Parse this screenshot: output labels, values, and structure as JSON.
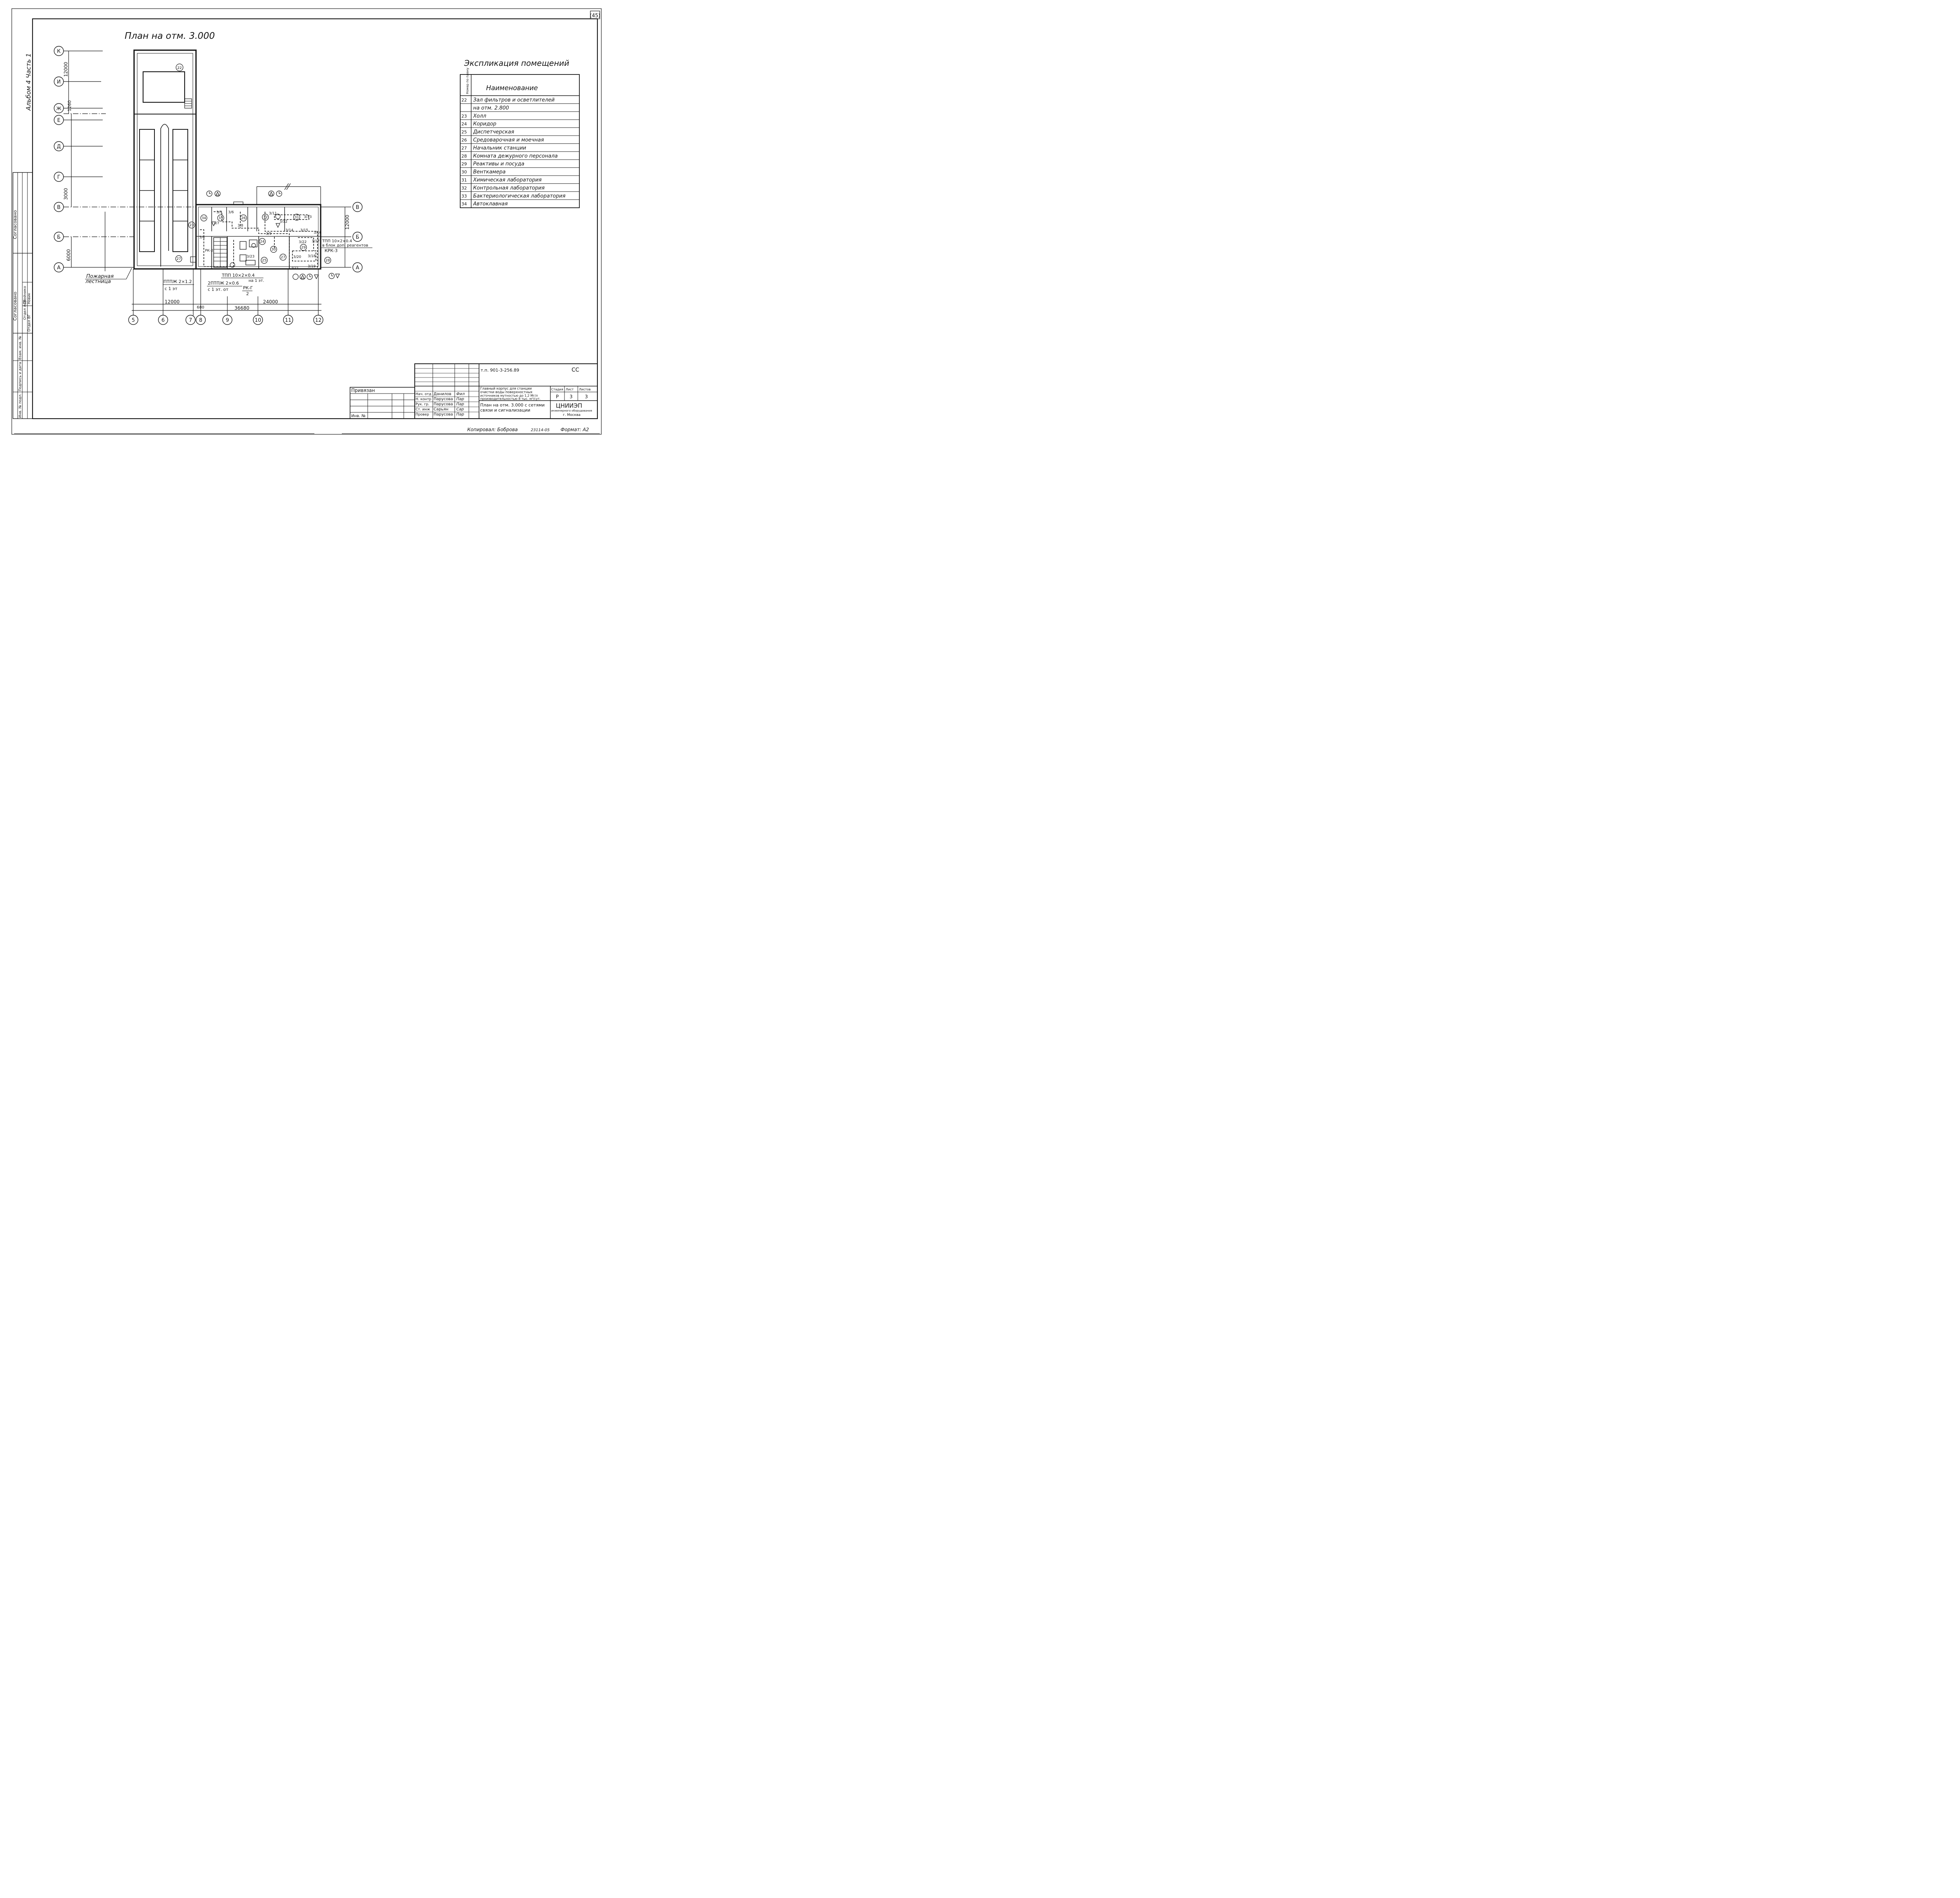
{
  "sheet": {
    "sheet_number": "(45)",
    "album_side": "Альбом 4 Часть 1",
    "plan_title": "План на отм. 3.000",
    "copied_by": "Копировал: Боброва",
    "copy_code": "23114-05",
    "format": "Формат: А2"
  },
  "explication": {
    "title": "Экспликация помещений",
    "col_number": "Номер по плану",
    "col_name": "Наименование",
    "rows": [
      {
        "num": "22",
        "name": "Зал фильтров и осветлителей"
      },
      {
        "num": "",
        "name": "на отм. 2.800"
      },
      {
        "num": "23",
        "name": "Холл"
      },
      {
        "num": "24",
        "name": "Коридор"
      },
      {
        "num": "25",
        "name": "Диспетчерская"
      },
      {
        "num": "26",
        "name": "Средоварочная и моечная"
      },
      {
        "num": "27",
        "name": "Начальник станции"
      },
      {
        "num": "28",
        "name": "Комната дежурного персонала"
      },
      {
        "num": "29",
        "name": "Реактивы и посуда"
      },
      {
        "num": "30",
        "name": "Венткамера"
      },
      {
        "num": "31",
        "name": "Химическая лаборатория"
      },
      {
        "num": "32",
        "name": "Контрольная лаборатория"
      },
      {
        "num": "33",
        "name": "Бактериологическая лаборатория"
      },
      {
        "num": "34",
        "name": "Автоклавная"
      }
    ]
  },
  "axes": {
    "rows": [
      "К",
      "И",
      "Ж",
      "Е",
      "Д",
      "Г",
      "В",
      "Б",
      "А"
    ],
    "cols": [
      "5",
      "6",
      "7",
      "8",
      "9",
      "10",
      "11",
      "12"
    ],
    "right_rows": [
      "В",
      "Б",
      "А"
    ]
  },
  "dimensions": {
    "d12000v": "12000",
    "d1260": "1260",
    "d3000": "3000",
    "d6000": "6000",
    "d12000r": "12000",
    "d12000h": "12000",
    "d680": "680",
    "d24000": "24000",
    "d36680": "36680"
  },
  "rooms": [
    "22",
    "34",
    "33",
    "26",
    "32",
    "31",
    "23",
    "24",
    "30",
    "25",
    "27",
    "29",
    "28"
  ],
  "cable_labels": {
    "fire_stair_1": "Пожарная",
    "fire_stair_2": "лестница",
    "ptpzh_1": "ПТПЖ 2×1.2",
    "ptpzh_2": "с 1 эт",
    "ptpzh2_1": "2ПТПЖ 2×0.6",
    "ptpzh2_2": "с 1 эт. от",
    "rkg_1": "РК-Г",
    "rkg_2": "2",
    "tpp_low_1": "ТПП 10×2×0.4",
    "tpp_low_2": "на 1 эт.",
    "tpp_r_1": "ТПП 10×2×0.4",
    "tpp_r_2": "в блок доп. реагентов",
    "tpp_r_3": "КРК-3",
    "rk2": "РК-2"
  },
  "points": [
    "3/5",
    "3/6",
    "3/7",
    "3/8",
    "3/9",
    "3/11",
    "3/12",
    "3/13",
    "3/14",
    "3/15",
    "3/16",
    "3/17",
    "3/18",
    "3/19",
    "3/20",
    "3/21",
    "3/22",
    "3/23",
    "3/4"
  ],
  "left_stamp": {
    "agreed": "Согласовано",
    "agreed2": "Согласовано",
    "dept1": "Отдел АСП",
    "name1": "Двойнико",
    "dept2": "Отдел ВГ",
    "name2": "Новик",
    "inv_sub": "Взам. инв. №",
    "sign_date": "Подпись и дата",
    "inv_orig": "Инв. № подл."
  },
  "title_block": {
    "linked": "Привязан",
    "inv_no": "Инв. №",
    "doc_code": "т.п. 901-3-256.89",
    "sheet_mark": "СС",
    "project_1": "Главный корпус для станции",
    "project_2": "очистки воды поверхностных",
    "project_3": "источников мутностью до 1,2 Мг/л",
    "project_4": "производительностью 8 тыс. м³/сут.",
    "drawing_1": "План на отм. 3.000 с сетями",
    "drawing_2": "связи и сигнализации",
    "stage_h": "Стадия",
    "sheet_h": "Лист",
    "sheets_h": "Листов",
    "stage": "Р",
    "sheet": "3",
    "sheets": "3",
    "org_1": "ЦНИИЭП",
    "org_2": "инженерного оборудования",
    "org_3": "г. Москва",
    "staff": [
      {
        "role": "Нач. отд",
        "name": "Данилов",
        "sign": "Фил"
      },
      {
        "role": "Н. контр",
        "name": "Парусова",
        "sign": "Пар"
      },
      {
        "role": "Рук. гр.",
        "name": "Парусова",
        "sign": "Пар"
      },
      {
        "role": "Ст. инж",
        "name": "Сарьян",
        "sign": "Сар"
      },
      {
        "role": "Провер",
        "name": "Парусова",
        "sign": "Пар"
      }
    ]
  }
}
